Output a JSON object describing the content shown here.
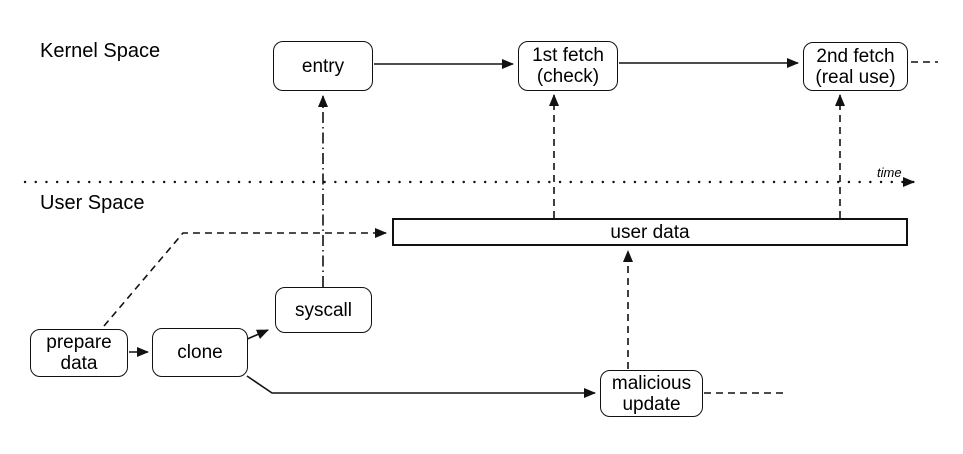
{
  "colors": {
    "background": "#ffffff",
    "line": "#111111",
    "box_fill": "#ffffff",
    "text": "#000000"
  },
  "labels": {
    "kernel_space": "Kernel Space",
    "user_space": "User Space",
    "time": "time"
  },
  "nodes": {
    "entry": {
      "label": "entry"
    },
    "first_fetch": {
      "line1": "1st fetch",
      "line2": "(check)"
    },
    "second_fetch": {
      "line1": "2nd fetch",
      "line2": "(real use)"
    },
    "syscall": {
      "label": "syscall"
    },
    "prepare_data": {
      "line1": "prepare",
      "line2": "data"
    },
    "clone": {
      "label": "clone"
    },
    "user_data": {
      "label": "user data"
    },
    "malicious_update": {
      "line1": "malicious",
      "line2": "update"
    }
  },
  "edges": [
    {
      "from": "entry",
      "to": "first_fetch",
      "style": "solid-arrow"
    },
    {
      "from": "first_fetch",
      "to": "second_fetch",
      "style": "solid-arrow"
    },
    {
      "from": "second_fetch",
      "to": "offscreen-right",
      "style": "dashed"
    },
    {
      "from": "syscall",
      "to": "entry",
      "style": "dashdot-arrow"
    },
    {
      "from": "user_data",
      "to": "first_fetch",
      "style": "dashed-arrow"
    },
    {
      "from": "user_data",
      "to": "second_fetch",
      "style": "dashed-arrow"
    },
    {
      "from": "prepare_data",
      "to": "user_data",
      "style": "dashed-arrow"
    },
    {
      "from": "prepare_data",
      "to": "clone",
      "style": "solid-arrow"
    },
    {
      "from": "clone",
      "to": "syscall",
      "style": "solid-arrow"
    },
    {
      "from": "clone",
      "to": "malicious_update",
      "style": "solid-arrow"
    },
    {
      "from": "malicious_update",
      "to": "user_data",
      "style": "dashed-arrow"
    },
    {
      "from": "malicious_update",
      "to": "offscreen-right",
      "style": "dashed"
    }
  ]
}
